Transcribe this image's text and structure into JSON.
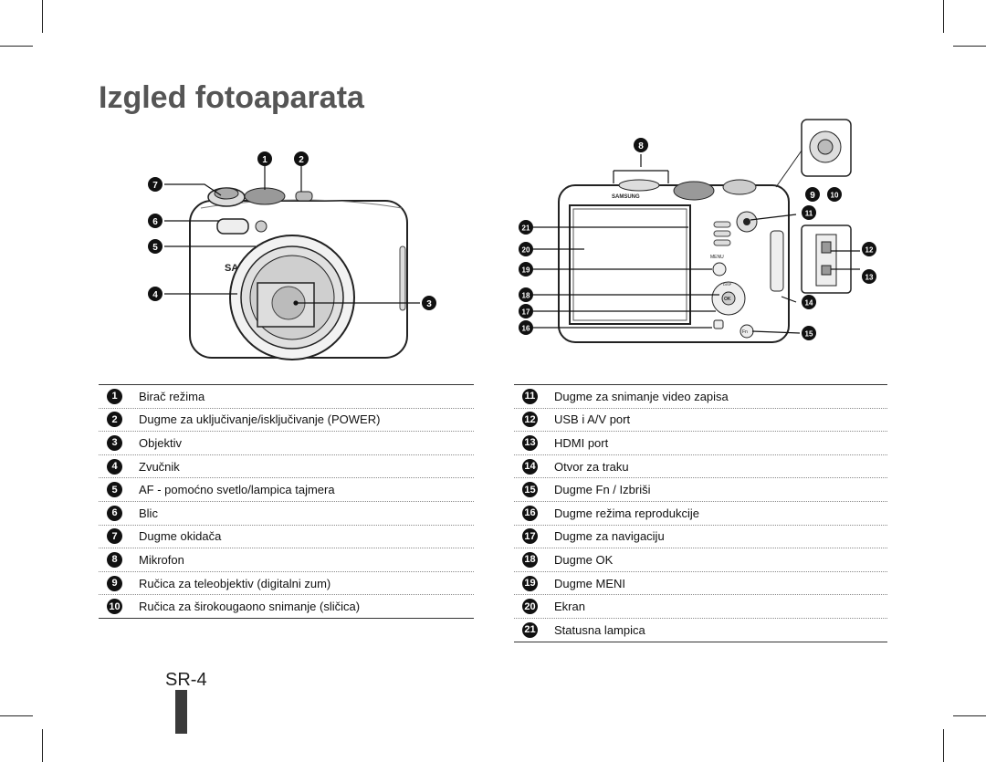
{
  "page": {
    "title": "Izgled fotoaparata",
    "page_number": "SR-4"
  },
  "camera_front": {
    "brand": "SAMSUNG",
    "callouts": [
      "1",
      "2",
      "7",
      "6",
      "5",
      "4",
      "3"
    ]
  },
  "camera_back": {
    "brand": "SAMSUNG",
    "callouts": [
      "8",
      "9",
      "10",
      "11",
      "12",
      "13",
      "14",
      "15",
      "16",
      "17",
      "18",
      "19",
      "20",
      "21"
    ],
    "button_labels": {
      "menu": "MENU",
      "disp": "DISP",
      "ok": "OK",
      "fn": "Fn"
    }
  },
  "legend_left": [
    {
      "num": "1",
      "label": "Birač režima"
    },
    {
      "num": "2",
      "label": "Dugme za uključivanje/isključivanje (POWER)"
    },
    {
      "num": "3",
      "label": "Objektiv"
    },
    {
      "num": "4",
      "label": "Zvučnik"
    },
    {
      "num": "5",
      "label": "AF - pomoćno svetlo/lampica tajmera"
    },
    {
      "num": "6",
      "label": "Blic"
    },
    {
      "num": "7",
      "label": "Dugme okidača"
    },
    {
      "num": "8",
      "label": "Mikrofon"
    },
    {
      "num": "9",
      "label": "Ručica za teleobjektiv (digitalni zum)"
    },
    {
      "num": "10",
      "label": "Ručica za širokougaono snimanje (sličica)"
    }
  ],
  "legend_right": [
    {
      "num": "11",
      "label": "Dugme za snimanje video zapisa"
    },
    {
      "num": "12",
      "label": "USB i A/V port"
    },
    {
      "num": "13",
      "label": "HDMI port"
    },
    {
      "num": "14",
      "label": "Otvor za traku"
    },
    {
      "num": "15",
      "label": "Dugme Fn / Izbriši"
    },
    {
      "num": "16",
      "label": "Dugme režima reprodukcije"
    },
    {
      "num": "17",
      "label": "Dugme za navigaciju"
    },
    {
      "num": "18",
      "label": "Dugme OK"
    },
    {
      "num": "19",
      "label": "Dugme MENI"
    },
    {
      "num": "20",
      "label": "Ekran"
    },
    {
      "num": "21",
      "label": "Statusna lampica"
    }
  ]
}
